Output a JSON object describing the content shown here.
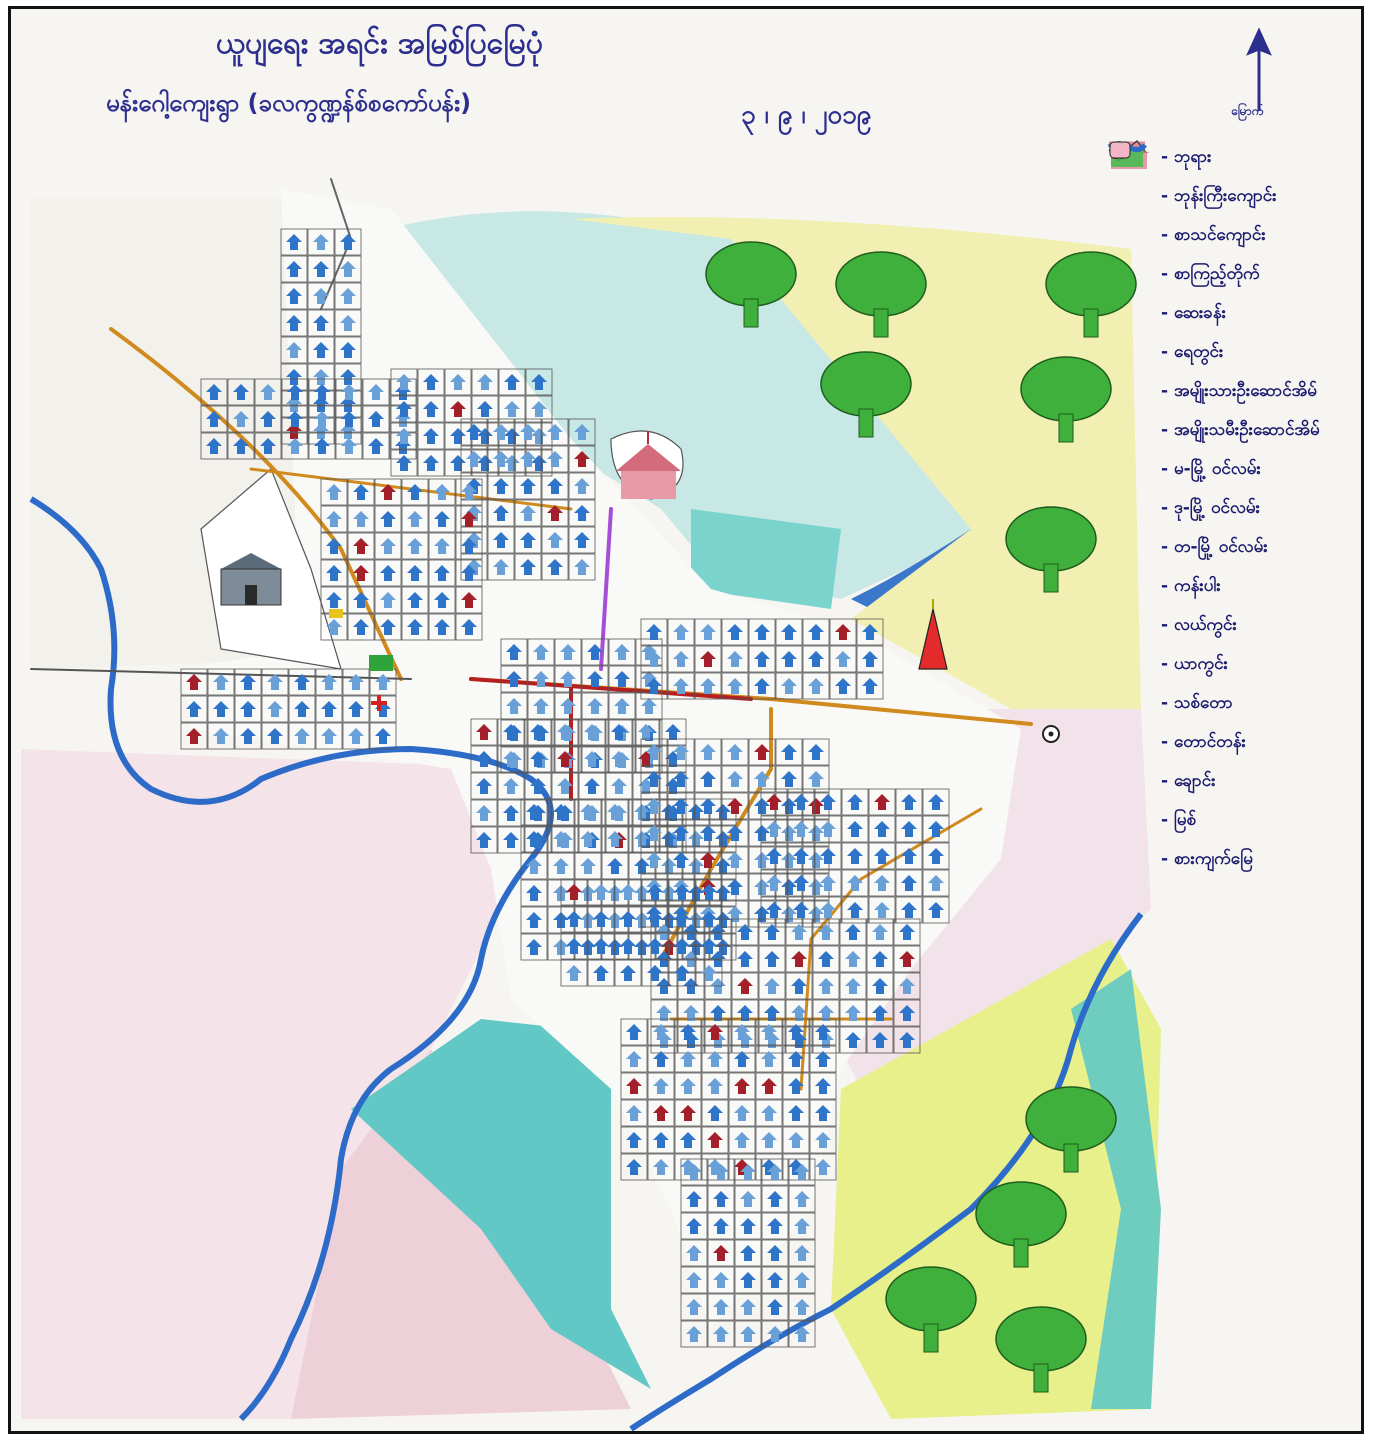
{
  "map": {
    "title": "ယူပျရေး အရင်း အမြစ်ပြမြေပုံ",
    "subtitle": "မန်းဂေါ့ကျေးရွာ (ခလကွဏ္ဍန်စ်စကော်ပန်း)",
    "date": "၃ ၊ ၉ ၊ ၂၀၁၉",
    "north_label": "မြောက်",
    "colors": {
      "paper": "#f6f5f1",
      "forest_blue": "#bde3e0",
      "field_teal": "#55c7c4",
      "farm_pink": "#e8b7c4",
      "hill_yellow": "#eef099",
      "river": "#2d6bc9",
      "road_main": "#d08a1e",
      "road_red": "#b51f1f",
      "road_purple": "#a64fd6",
      "house_blue": "#2e74c9",
      "tree_green": "#3fb03c"
    }
  },
  "legend": [
    {
      "icon": "pagoda-icon",
      "label": "ဘုရား"
    },
    {
      "icon": "monastery-icon",
      "label": "ဘုန်းကြီးကျောင်း"
    },
    {
      "icon": "school-icon",
      "label": "စာသင်ကျောင်း"
    },
    {
      "icon": "library-icon",
      "label": "စာကြည့်တိုက်"
    },
    {
      "icon": "clinic-cross-icon",
      "label": "ဆေးခန်း"
    },
    {
      "icon": "well-icon",
      "label": "ရေတွင်း"
    },
    {
      "icon": "male-headed-house-icon",
      "label": "အမျိုးသားဦးဆောင်အိမ်"
    },
    {
      "icon": "female-headed-house-icon",
      "label": "အမျိုးသမီးဦးဆောင်အိမ်"
    },
    {
      "icon": "road-line-icon",
      "label": "မ-မြို့ ဝင်လမ်း"
    },
    {
      "icon": "road-purple-icon",
      "label": "ဒု-မြို့ ဝင်လမ်း"
    },
    {
      "icon": "road-red-icon",
      "label": "တ-မြို့ ဝင်လမ်း"
    },
    {
      "icon": "fence-icon",
      "label": "ကန်းပါး"
    },
    {
      "icon": "paddy-field-icon",
      "label": "လယ်ကွင်း"
    },
    {
      "icon": "farm-field-icon",
      "label": "ယာကွင်း"
    },
    {
      "icon": "tree-icon",
      "label": "သစ်တော"
    },
    {
      "icon": "mountain-icon",
      "label": "တောင်တန်း"
    },
    {
      "icon": "stream-icon",
      "label": "ချောင်း"
    },
    {
      "icon": "river-icon",
      "label": "မြစ်"
    },
    {
      "icon": "guesthouse-icon",
      "label": "စားကျက်မြေ"
    }
  ]
}
